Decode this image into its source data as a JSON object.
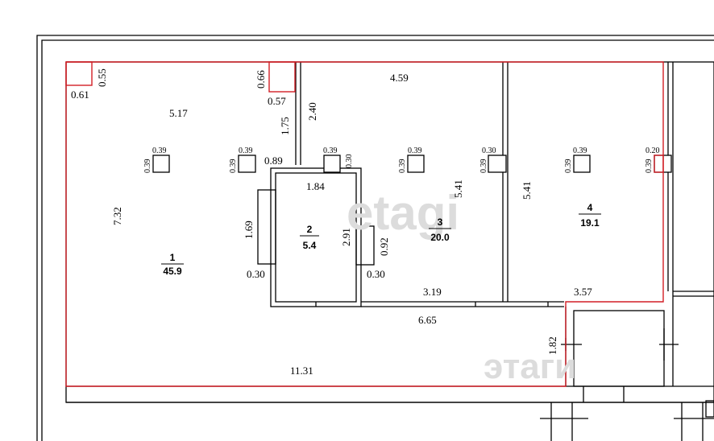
{
  "colors": {
    "wall": "#000000",
    "outline": "#d21f26",
    "watermark": "#dcdcdc"
  },
  "watermark": {
    "main": "etagi",
    "corner": "этаги"
  },
  "rooms": [
    {
      "number": "1",
      "area": "45.9"
    },
    {
      "number": "2",
      "area": "5.4"
    },
    {
      "number": "3",
      "area": "20.0"
    },
    {
      "number": "4",
      "area": "19.1"
    }
  ],
  "dims": {
    "d055": "0.55",
    "d061": "0.61",
    "d517": "5.17",
    "d066": "0.66",
    "d057": "0.57",
    "d175": "1.75",
    "d240": "2.40",
    "d459": "4.59",
    "d089": "0.89",
    "d184": "1.84",
    "d732": "7.32",
    "d169": "1.69",
    "d291": "2.91",
    "d092": "0.92",
    "d541a": "5.41",
    "d541b": "5.41",
    "d030a": "0.30",
    "d030b": "0.30",
    "d319": "3.19",
    "d357": "3.57",
    "d665": "6.65",
    "d182": "1.82",
    "d1131": "11.31"
  },
  "cols": {
    "c1h": "0.39",
    "c1v": "0.39",
    "c2h": "0.39",
    "c2v": "0.39",
    "c3h": "0.39",
    "c3v": "0.30",
    "c4h": "0.39",
    "c4v": "0.39",
    "c5h": "0.30",
    "c5v": "0.39",
    "c6h": "0.39",
    "c6v": "0.39",
    "c7h": "0.20",
    "c7v": "0.39"
  }
}
